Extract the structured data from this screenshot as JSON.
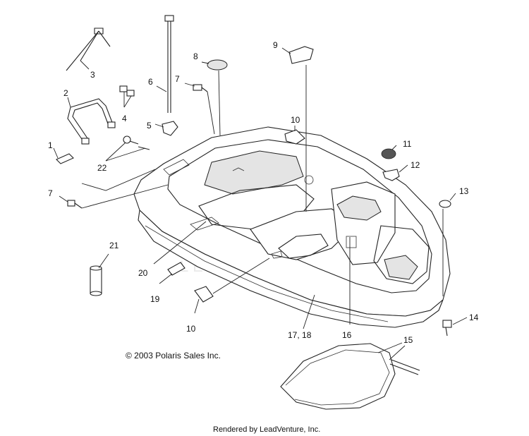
{
  "diagram": {
    "copyright": "© 2003 Polaris Sales Inc.",
    "rendered_by": "Rendered by LeadVenture, Inc.",
    "watermark": "LEADVENTURE",
    "callouts": {
      "c1": "1",
      "c2": "2",
      "c3": "3",
      "c4": "4",
      "c5": "5",
      "c6": "6",
      "c7a": "7",
      "c7b": "7",
      "c8": "8",
      "c9": "9",
      "c10a": "10",
      "c10b": "10",
      "c11": "11",
      "c12": "12",
      "c13": "13",
      "c14": "14",
      "c15": "15",
      "c16": "16",
      "c1718": "17, 18",
      "c19": "19",
      "c20": "20",
      "c21": "21",
      "c22": "22"
    }
  }
}
